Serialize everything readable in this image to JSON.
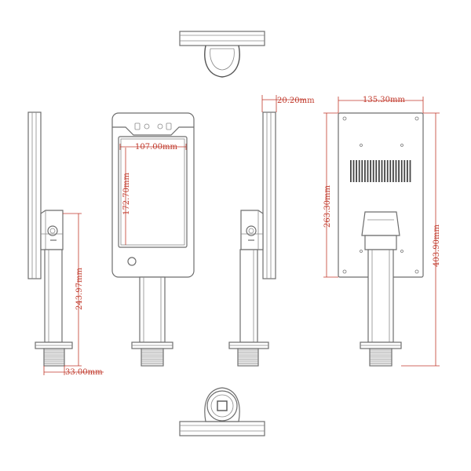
{
  "dimensions": {
    "depth_total": "20.20mm",
    "panel_width": "135.30mm",
    "screen_width": "107.00mm",
    "screen_height": "172.70mm",
    "panel_height": "263.30mm",
    "overall_height": "403.90mm",
    "pole_height": "243.97mm",
    "base_diameter": "33.00mm"
  },
  "colors": {
    "dimension": "#c0392b",
    "outline": "#6e6e6e"
  }
}
